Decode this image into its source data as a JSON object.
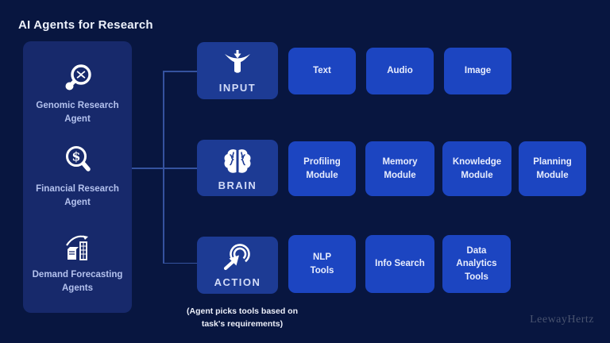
{
  "title": "AI Agents for Research",
  "colors": {
    "background": "#081640",
    "sidebar_panel": "#17296B",
    "stage_box": "#1D3B94",
    "module_box": "#1C45C1",
    "connector": "#35529F",
    "title_text": "#EDF1FB",
    "sidebar_text": "#B4C2EE",
    "module_text": "#E8EDFD",
    "watermark_text": "#49536F"
  },
  "sidebar": {
    "agents": [
      {
        "label": "Genomic Research\nAgent",
        "icon": "magnifier-dna-icon"
      },
      {
        "label": "Financial Research\nAgent",
        "icon": "magnifier-dollar-icon"
      },
      {
        "label": "Demand Forecasting\nAgents",
        "icon": "forecast-chart-icon"
      }
    ]
  },
  "flow": {
    "rows": [
      {
        "stage": "INPUT",
        "icon": "funnel-input-icon",
        "modules": [
          "Text",
          "Audio",
          "Image"
        ]
      },
      {
        "stage": "BRAIN",
        "icon": "brain-icon",
        "modules": [
          "Profiling\nModule",
          "Memory\nModule",
          "Knowledge\nModule",
          "Planning\nModule"
        ]
      },
      {
        "stage": "ACTION",
        "icon": "click-action-icon",
        "modules": [
          "NLP\nTools",
          "Info Search",
          "Data\nAnalytics\nTools"
        ]
      }
    ]
  },
  "caption": {
    "text": "(Agent picks tools based on\ntask's requirements)"
  },
  "watermark": {
    "text": "LeewayHertz"
  }
}
